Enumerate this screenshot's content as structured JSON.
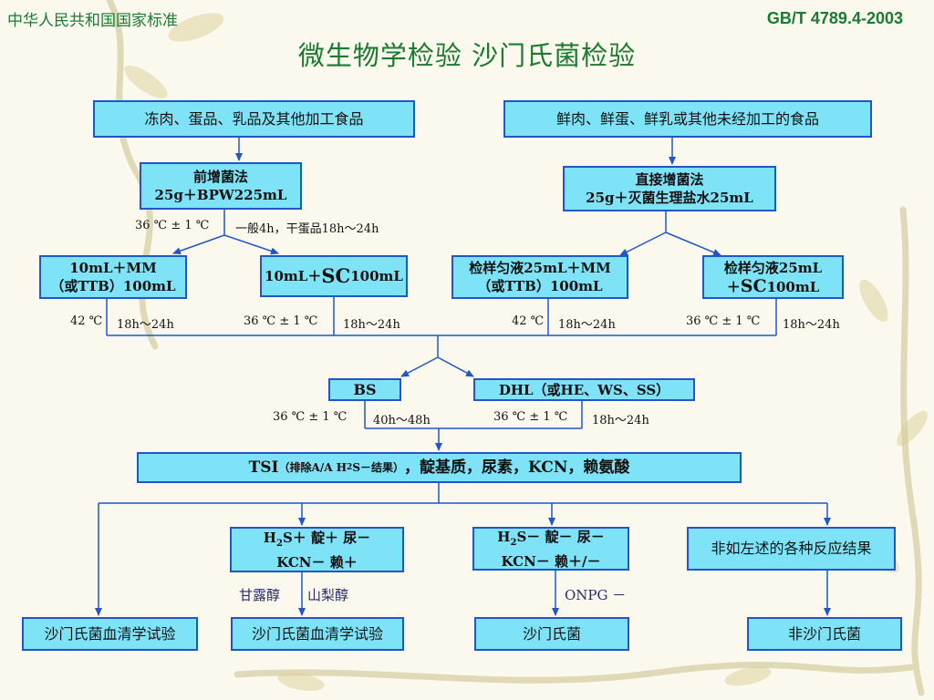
{
  "header": {
    "left": "中华人民共和国国家标准",
    "right": "GB/T 4789.4-2003",
    "title": "微生物学检验  沙门氏菌检验"
  },
  "boxes": {
    "src_processed": "冻肉、蛋品、乳品及其他加工食品",
    "src_fresh": "鲜肉、鲜蛋、鲜乳或其他未经加工的食品",
    "pre_enrich_l1": "前增菌法",
    "pre_enrich_l2": "25g＋BPW225mL",
    "direct_enrich_l1": "直接增菌法",
    "direct_enrich_l2": "25g＋灭菌生理盐水25mL",
    "mm_left_l1": "10mL＋MM",
    "mm_left_l2": "（或TTB）100mL",
    "sc_left_a": "10mL＋",
    "sc_left_b": "SC",
    "sc_left_c": "100mL",
    "mm_right_l1": "检样匀液25mL＋MM",
    "mm_right_l2": "（或TTB）100mL",
    "sc_right_l1": "检样匀液25mL",
    "sc_right_l2a": "＋",
    "sc_right_l2b": "SC",
    "sc_right_l2c": "100mL",
    "bs": "BS",
    "dhl": "DHL（或HE、WS、SS）",
    "tsi_a": "TSI",
    "tsi_b": "（排除A/A H",
    "tsi_sub": "2",
    "tsi_c": "S－结果）",
    "tsi_d": "，靛基质，尿素，KCN，赖氨酸",
    "h2s_pos_l1a": "H",
    "h2s_pos_l1sub": "2",
    "h2s_pos_l1b": "S＋ 靛＋ 尿－",
    "h2s_pos_l2": "KCN－ 赖＋",
    "h2s_neg_l1a": "H",
    "h2s_neg_l1sub": "2",
    "h2s_neg_l1b": "S－ 靛－ 尿－",
    "h2s_neg_l2": "KCN－ 赖＋/－",
    "other": "非如左述的各种反应结果",
    "serum_1": "沙门氏菌血清学试验",
    "serum_2": "沙门氏菌血清学试验",
    "salmonella": "沙门氏菌",
    "non_salmonella": "非沙门氏菌"
  },
  "labels": {
    "cond_pre_temp": "36 ℃ ± 1 ℃",
    "cond_pre_time": "一般4h，干蛋品18h～24h",
    "cond_mm_left_temp": "42 ℃",
    "cond_mm_left_time": "18h～24h",
    "cond_sc_left_temp": "36 ℃ ± 1 ℃",
    "cond_sc_left_time": "18h～24h",
    "cond_mm_right_temp": "42 ℃",
    "cond_mm_right_time": "18h～24h",
    "cond_sc_right_temp": "36 ℃ ± 1 ℃",
    "cond_sc_right_time": "18h～24h",
    "cond_bs_temp": "36 ℃ ± 1 ℃",
    "cond_bs_time": "40h～48h",
    "cond_dhl_temp": "36 ℃ ± 1 ℃",
    "cond_dhl_time": "18h～24h",
    "mannitol": "甘露醇",
    "sorbitol": "山梨醇",
    "onpg": "ONPG －"
  }
}
